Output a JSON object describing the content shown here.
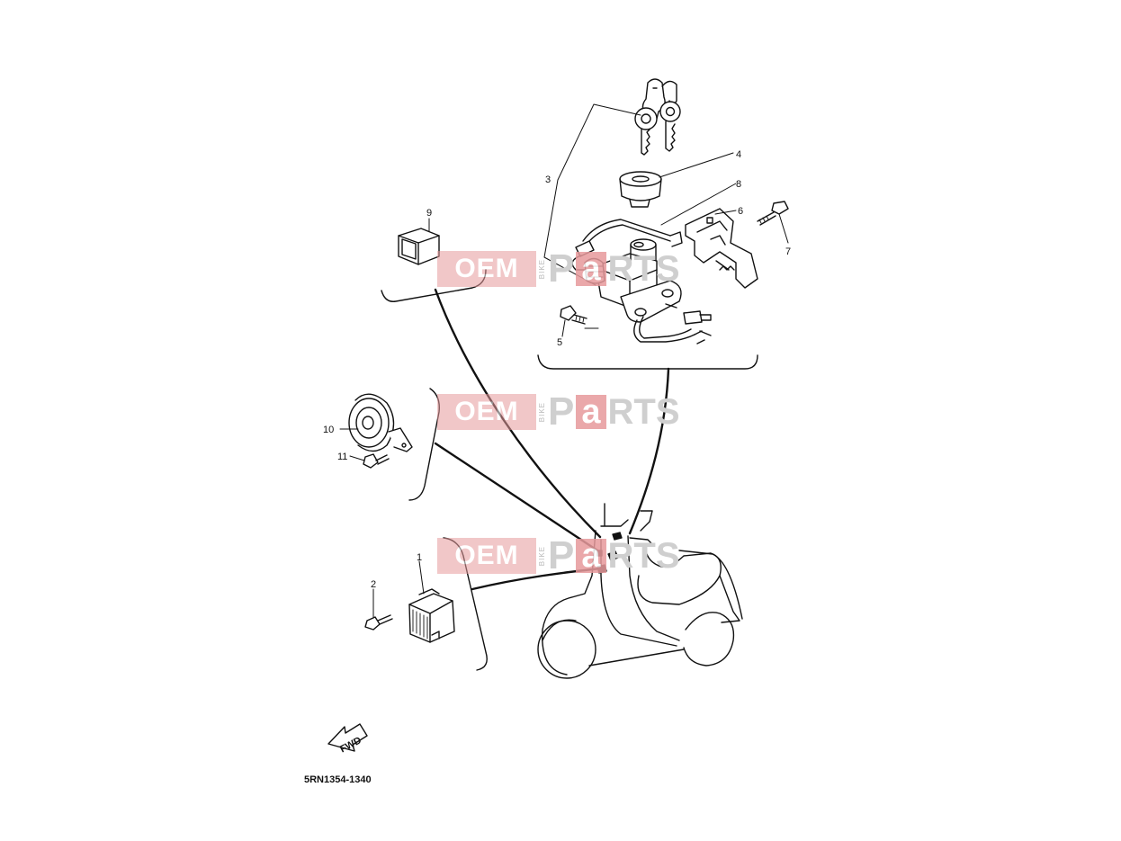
{
  "diagram": {
    "part_code": "5RN1354-1340",
    "fwd_label": "FWD",
    "watermark": {
      "oem": "OEM",
      "bike": "BIKE",
      "p": "P",
      "a": "a",
      "rts": "RTS"
    },
    "callouts": {
      "c1": "1",
      "c2": "2",
      "c3": "3",
      "c4": "4",
      "c5": "5",
      "c6": "6",
      "c7": "7",
      "c8": "8",
      "c9": "9",
      "c10": "10",
      "c11": "11"
    }
  },
  "colors": {
    "line": "#111111",
    "watermark_red": "#e79a9c",
    "watermark_grey": "#cfcfcf"
  }
}
